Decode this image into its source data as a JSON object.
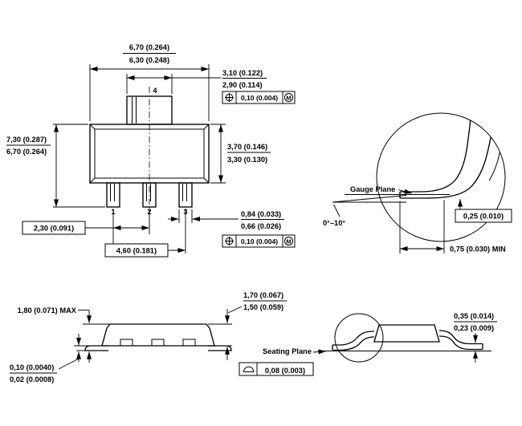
{
  "top": {
    "width_max": "6,70 (0.264)",
    "width_min": "6,30 (0.248)",
    "tab_width_max": "3,10 (0.122)",
    "tab_width_min": "2,90 (0.114)",
    "fcf_tab": {
      "symbol_name": "position-tolerance",
      "value": "0,10 (0.004)",
      "modifier": "M"
    },
    "height_max": "7,30 (0.287)",
    "height_min": "6,70 (0.264)",
    "body_height_max": "3,70 (0.146)",
    "body_height_min": "3,30 (0.130)",
    "pin1": "1",
    "pin2": "2",
    "pin3": "3",
    "pin4": "4",
    "pitch": "2,30 (0.091)",
    "lead_width_max": "0,84 (0.033)",
    "lead_width_min": "0,66 (0.026)",
    "fcf_lead": {
      "symbol_name": "position-tolerance",
      "value": "0,10 (0.004)",
      "modifier": "M"
    },
    "span": "4,60 (0.181)"
  },
  "detail": {
    "gauge_plane": "Gauge Plane",
    "angle": "0°–10°",
    "gauge_offset": "0,25 (0.010)",
    "foot_min": "0,75 (0.030) MIN"
  },
  "front": {
    "height_max": "1,80 (0.071) MAX",
    "body_h_max": "1,70 (0.067)",
    "body_h_min": "1,50 (0.059)",
    "standoff_max": "0,10 (0.0040)",
    "standoff_min": "0,02 (0.0008)"
  },
  "side": {
    "seating_plane": "Seating Plane",
    "lead_t_max": "0,35 (0.014)",
    "lead_t_min": "0,23 (0.009)",
    "flatness_symbol_name": "seating-plane-flatness",
    "flatness": "0,08 (0.003)"
  }
}
